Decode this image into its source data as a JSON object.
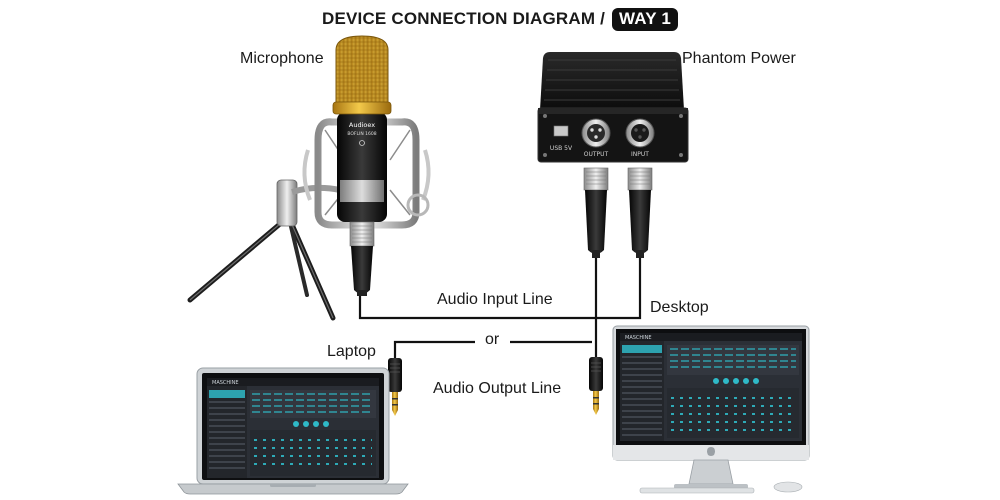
{
  "header": {
    "title_prefix": "DEVICE CONNECTION DIAGRAM /",
    "title_badge": "WAY 1"
  },
  "labels": {
    "microphone": "Microphone",
    "phantom_power": "Phantom Power",
    "audio_input_line": "Audio Input Line",
    "desktop": "Desktop",
    "or": "or",
    "laptop": "Laptop",
    "audio_output_line": "Audio Output Line"
  },
  "devices": {
    "mic_brand": "Audioex",
    "mic_model": "BOFLIN 1608",
    "phantom_output_label": "OUTPUT",
    "phantom_input_label": "INPUT",
    "phantom_usb_label": "USB 5V",
    "laptop_screen_app": "MASCHINE",
    "desktop_screen_app": "MASCHINE"
  },
  "colors": {
    "line": "#111111",
    "mic_grille": "#d9a520",
    "phantom_body": "#1c1c1c",
    "screen_bg": "#2b2f36",
    "screen_accent": "#2fb9c7"
  }
}
